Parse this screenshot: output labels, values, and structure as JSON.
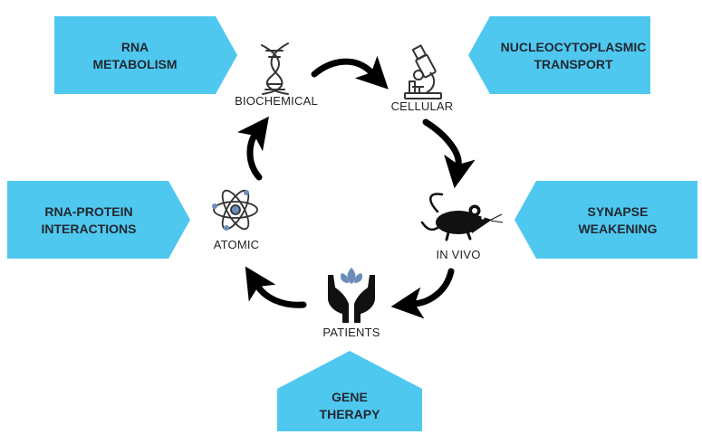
{
  "colors": {
    "box": "#4fc8f0",
    "arrow": "#000000",
    "icon": "#333333",
    "accent": "#6b8bb8"
  },
  "nodes": {
    "biochemical": {
      "label": "BIOCHEMICAL",
      "icon": "dna-icon"
    },
    "cellular": {
      "label": "CELLULAR",
      "icon": "microscope-icon"
    },
    "in_vivo": {
      "label": "IN VIVO",
      "icon": "mouse-icon"
    },
    "patients": {
      "label": "PATIENTS",
      "icon": "hands-plant-icon"
    },
    "atomic": {
      "label": "ATOMIC",
      "icon": "atom-icon"
    }
  },
  "callouts": {
    "rna_metabolism": [
      "RNA",
      "METABOLISM"
    ],
    "nucleocytoplasmic_transport": [
      "NUCLEOCYTOPLASMIC",
      "TRANSPORT"
    ],
    "synapse_weakening": [
      "SYNAPSE",
      "WEAKENING"
    ],
    "rna_protein_interactions": [
      "RNA-PROTEIN",
      "INTERACTIONS"
    ],
    "gene_therapy": [
      "GENE",
      "THERAPY"
    ]
  }
}
